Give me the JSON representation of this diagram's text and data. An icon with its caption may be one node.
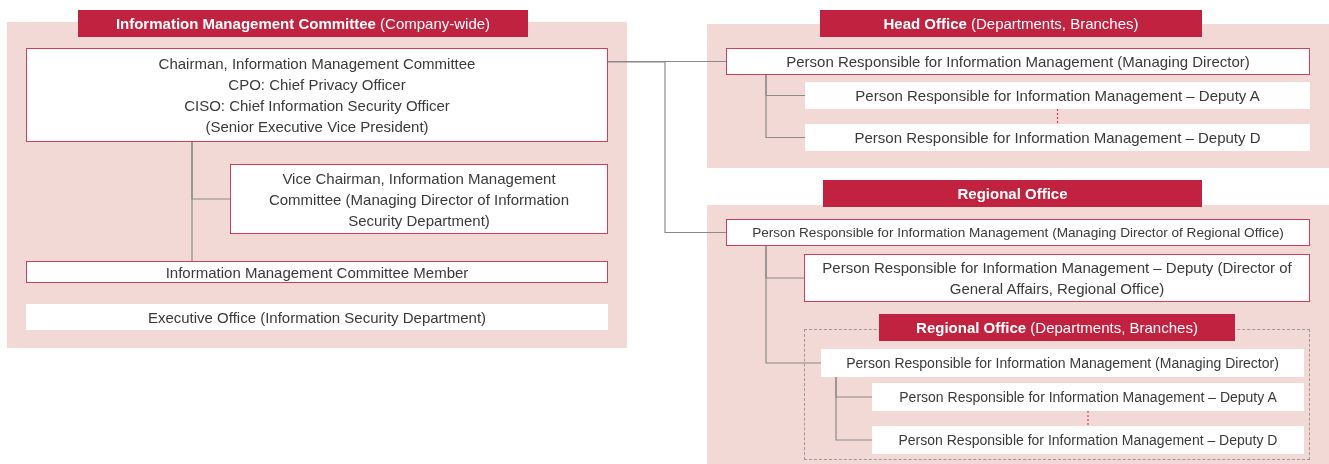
{
  "diagram": {
    "nodes": [
      {
        "text": [
          "**Information Management Committee** (Company-wide)"
        ]
      },
      {
        "text": [
          "Chairman, Information Management Committee",
          "CPO: Chief Privacy Officer",
          "CISO: Chief Information Security Officer",
          "(Senior Executive Vice President)"
        ],
        "in": 0
      },
      {
        "text": [
          "Vice Chairman, Information Management Committee (Managing Director of Information Security Department)"
        ],
        "in": 0
      },
      {
        "text": [
          "Information Management Committee Member"
        ],
        "in": 0
      },
      {
        "text": [
          "Executive Office (Information Security Department)"
        ],
        "in": 0
      },
      {
        "text": [
          "**Head Office** (Departments, Branches)"
        ]
      },
      {
        "text": [
          "Person Responsible for Information Management (Managing Director)"
        ],
        "in": 5
      },
      {
        "text": [
          "Person Responsible for Information Management – Deputy A"
        ],
        "in": 5
      },
      {
        "text": [
          "Person Responsible for Information Management – Deputy D"
        ],
        "in": 5
      },
      {
        "text": [
          "Regional Office"
        ]
      },
      {
        "text": [
          "Person Responsible for Information Management (Managing Director of Regional Office)"
        ],
        "in": 9
      },
      {
        "text": [
          "Person Responsible for Information Management – Deputy (Director of General Affairs, Regional Office)"
        ],
        "in": 9
      },
      {
        "text": [
          "**Regional Office** (Departments, Branches)"
        ],
        "in": 9
      },
      {
        "text": [
          "Person Responsible for Information Management (Managing Director)"
        ],
        "in": 12
      },
      {
        "text": [
          "Person Responsible for Information Management – Deputy A"
        ],
        "in": 12
      },
      {
        "text": [
          "Person Responsible for Information Management – Deputy D"
        ],
        "in": 12
      }
    ],
    "edges": [
      {
        "from": 1,
        "to": 2,
        "arrow": "none"
      },
      {
        "from": 1,
        "to": 3,
        "arrow": "none"
      },
      {
        "from": 1,
        "to": 6,
        "arrow": "none"
      },
      {
        "from": 1,
        "to": 10,
        "arrow": "none"
      },
      {
        "from": 6,
        "to": 7,
        "arrow": "none"
      },
      {
        "from": 6,
        "to": 8,
        "arrow": "none"
      },
      {
        "from": 7,
        "to": 8,
        "arrow": "none",
        "style": "dashed",
        "color": "#d0405a"
      },
      {
        "from": 10,
        "to": 11,
        "arrow": "none"
      },
      {
        "from": 10,
        "to": 13,
        "arrow": "none"
      },
      {
        "from": 13,
        "to": 14,
        "arrow": "none"
      },
      {
        "from": 13,
        "to": 15,
        "arrow": "none"
      },
      {
        "from": 14,
        "to": 15,
        "arrow": "none",
        "style": "dashed",
        "color": "#d0405a"
      }
    ]
  }
}
